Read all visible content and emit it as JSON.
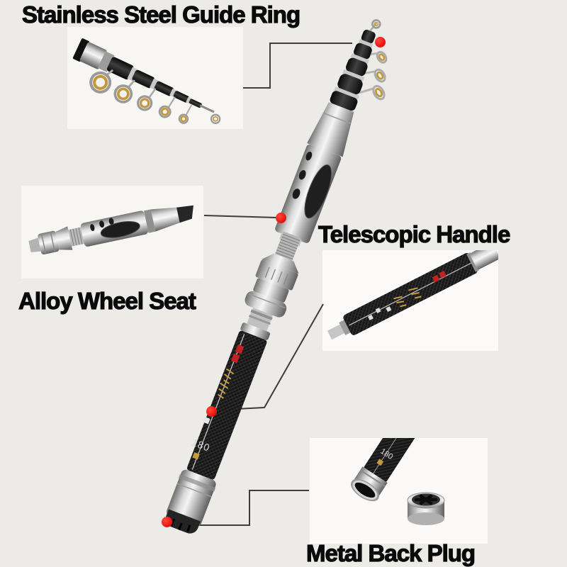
{
  "page": {
    "background_color": "#ecebe8",
    "inset_background_color": "#f8f6f3"
  },
  "labels": {
    "guide_ring": "Stainless Steel Guide Ring",
    "telescopic_handle": "Telescopic Handle",
    "wheel_seat": "Alloy Wheel Seat",
    "back_plug": "Metal Back Plug"
  },
  "rod": {
    "length_marking": "180"
  },
  "annotation": {
    "marker_color": "#e80f0f",
    "line_color": "#3d3d3d"
  },
  "colors": {
    "gold_ring": "#c2983a",
    "silver": "#c9c9c9",
    "carbon": "#161616",
    "red_print": "#c22222"
  }
}
